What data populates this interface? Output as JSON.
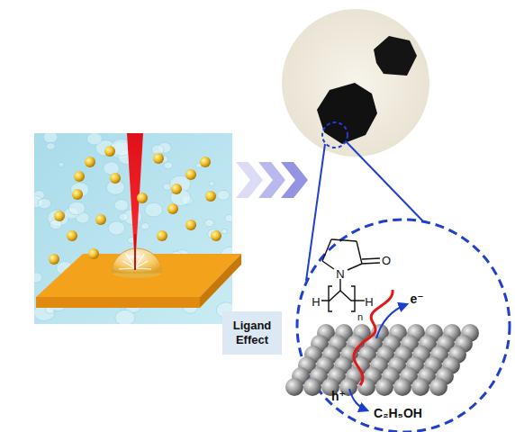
{
  "diagram": {
    "nodes": [
      {
        "text": [
          "Ligand Effect"
        ]
      }
    ],
    "labels": [
      "N",
      "O",
      "H",
      "H",
      "n",
      "e⁻",
      "h⁺",
      "C₂H₅OH"
    ]
  }
}
